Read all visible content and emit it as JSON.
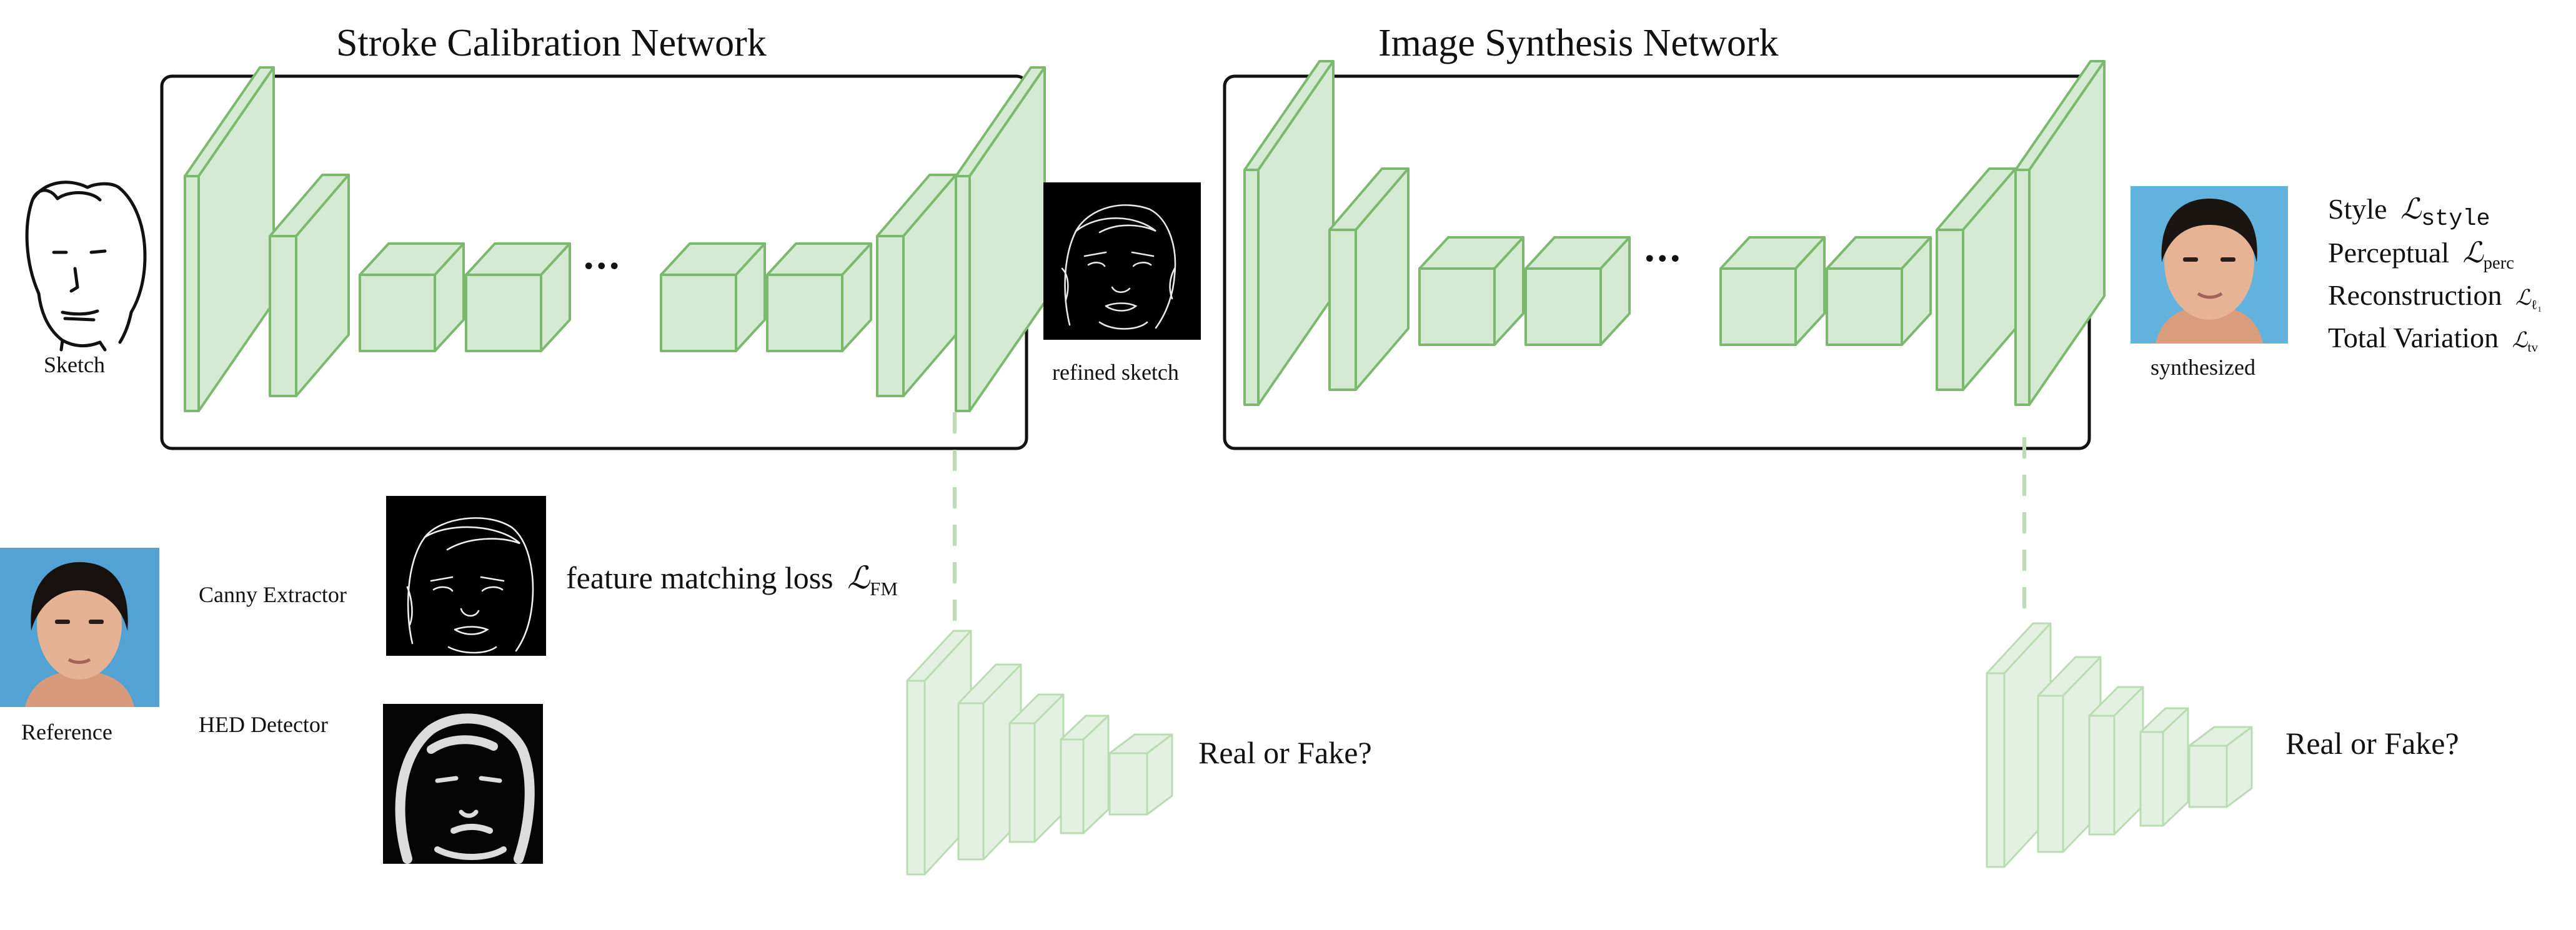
{
  "titles": {
    "stroke_calibration": "Stroke Calibration Network",
    "image_synthesis": "Image Synthesis Network"
  },
  "labels": {
    "sketch": "Sketch",
    "refined_sketch": "refined sketch",
    "synthesized": "synthesized",
    "reference": "Reference",
    "canny_extractor": "Canny Extractor",
    "hed_detector": "HED Detector",
    "feature_matching_loss": "feature matching loss",
    "fm_symbol": "ℒ",
    "fm_subscript": "FM",
    "ellipsis": "...",
    "real_or_fake_left": "Real or Fake?",
    "real_or_fake_right": "Real or Fake?"
  },
  "losses": [
    {
      "name": "Style",
      "symbol": "ℒ",
      "subscript": "style"
    },
    {
      "name": "Perceptual",
      "symbol": "ℒ",
      "subscript": "perc"
    },
    {
      "name": "Reconstruction",
      "symbol": "ℒ",
      "subscript": "ℓ₁"
    },
    {
      "name": "Total Variation",
      "symbol": "ℒ",
      "subscript": "tv"
    }
  ],
  "colors": {
    "block_fill": "#d5ead3",
    "block_stroke": "#7cb86e",
    "disc_fill": "#e3f1e1",
    "disc_stroke": "#b9dcb2",
    "frame": "#111111",
    "dash": "#b9dcb2",
    "photo_bg": "#5ba7d6",
    "skin": "#e7b796",
    "hair": "#1a1410"
  }
}
